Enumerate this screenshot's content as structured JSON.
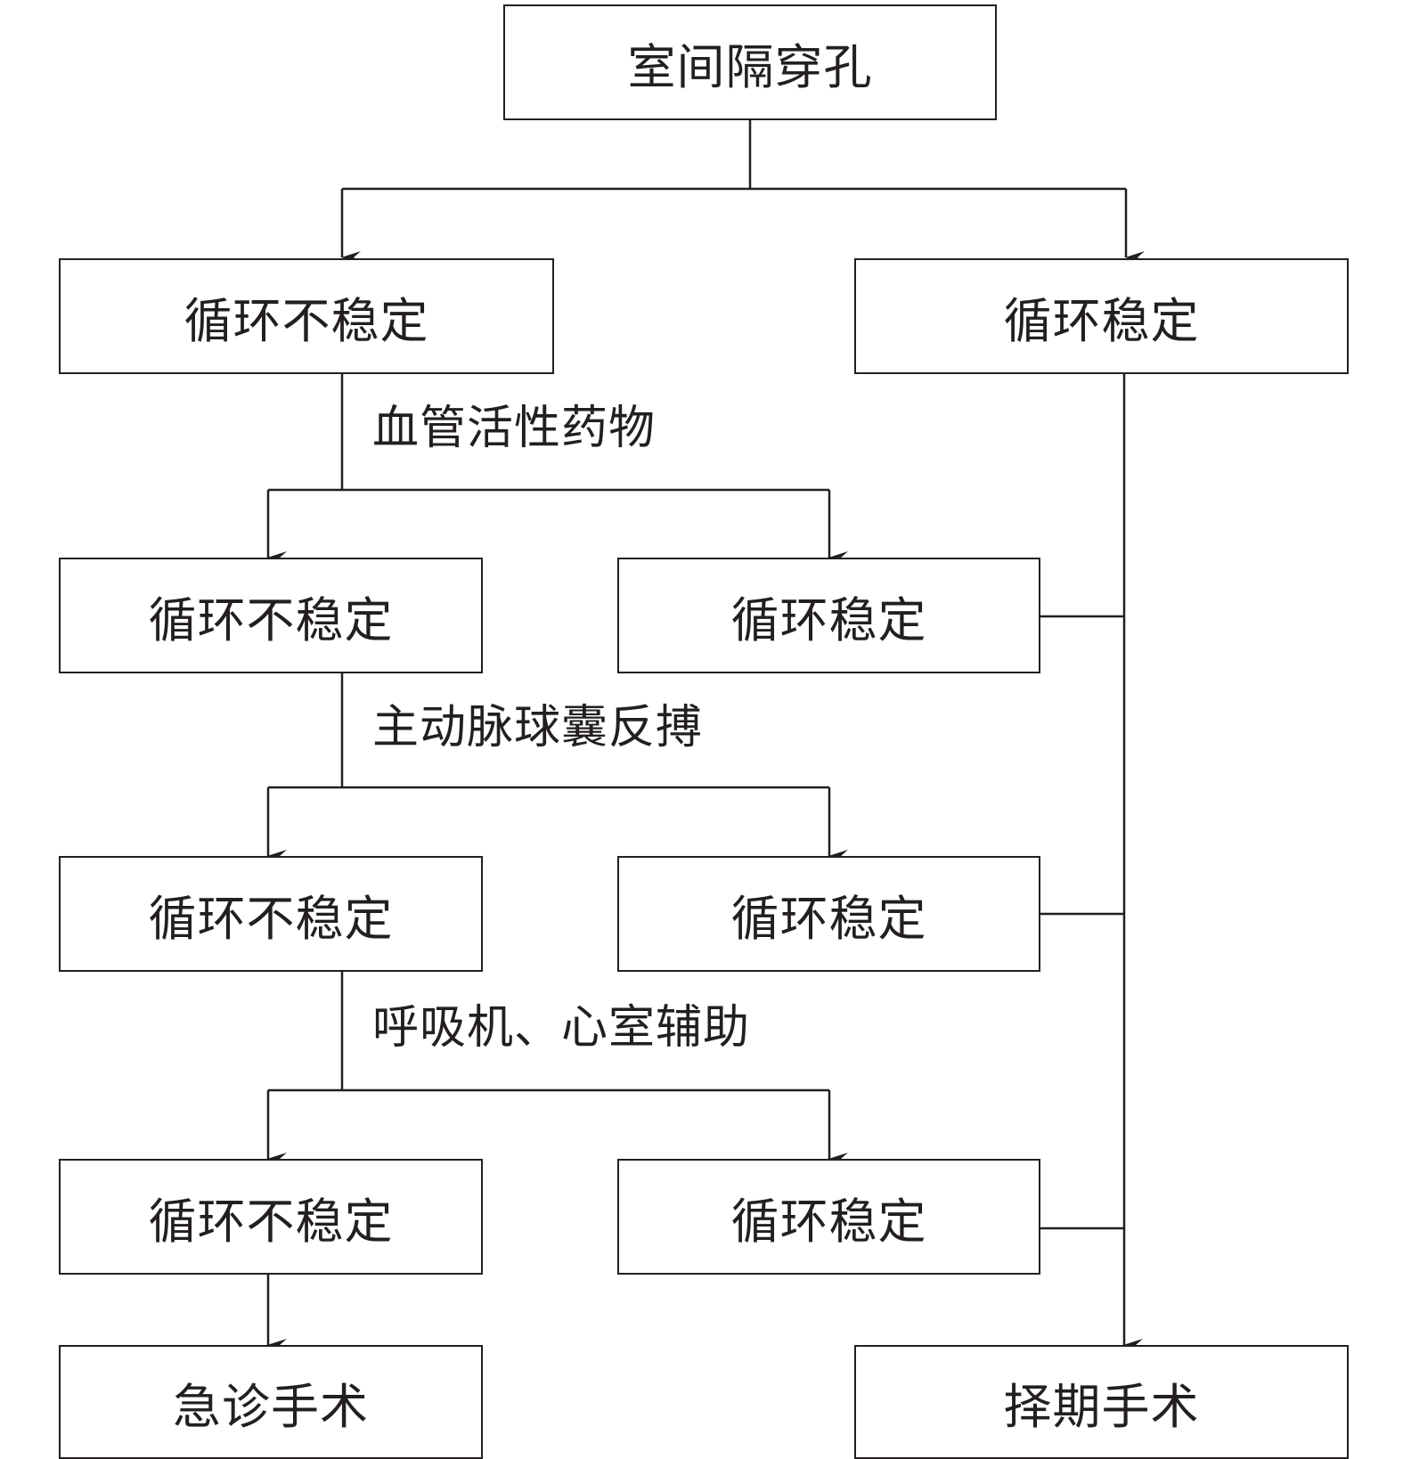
{
  "nodes": {
    "root": "室间隔穿孔",
    "unstable_1": "循环不稳定",
    "stable_1": "循环稳定",
    "unstable_2": "循环不稳定",
    "stable_2": "循环稳定",
    "unstable_3": "循环不稳定",
    "stable_3": "循环稳定",
    "unstable_4": "循环不稳定",
    "stable_4": "循环稳定",
    "emergency": "急诊手术",
    "elective": "择期手术"
  },
  "edge_labels": {
    "vasoactive": "血管活性药物",
    "iabp": "主动脉球囊反搏",
    "ventilator": "呼吸机、心室辅助"
  },
  "colors": {
    "line": "#231f20",
    "background": "#ffffff"
  }
}
